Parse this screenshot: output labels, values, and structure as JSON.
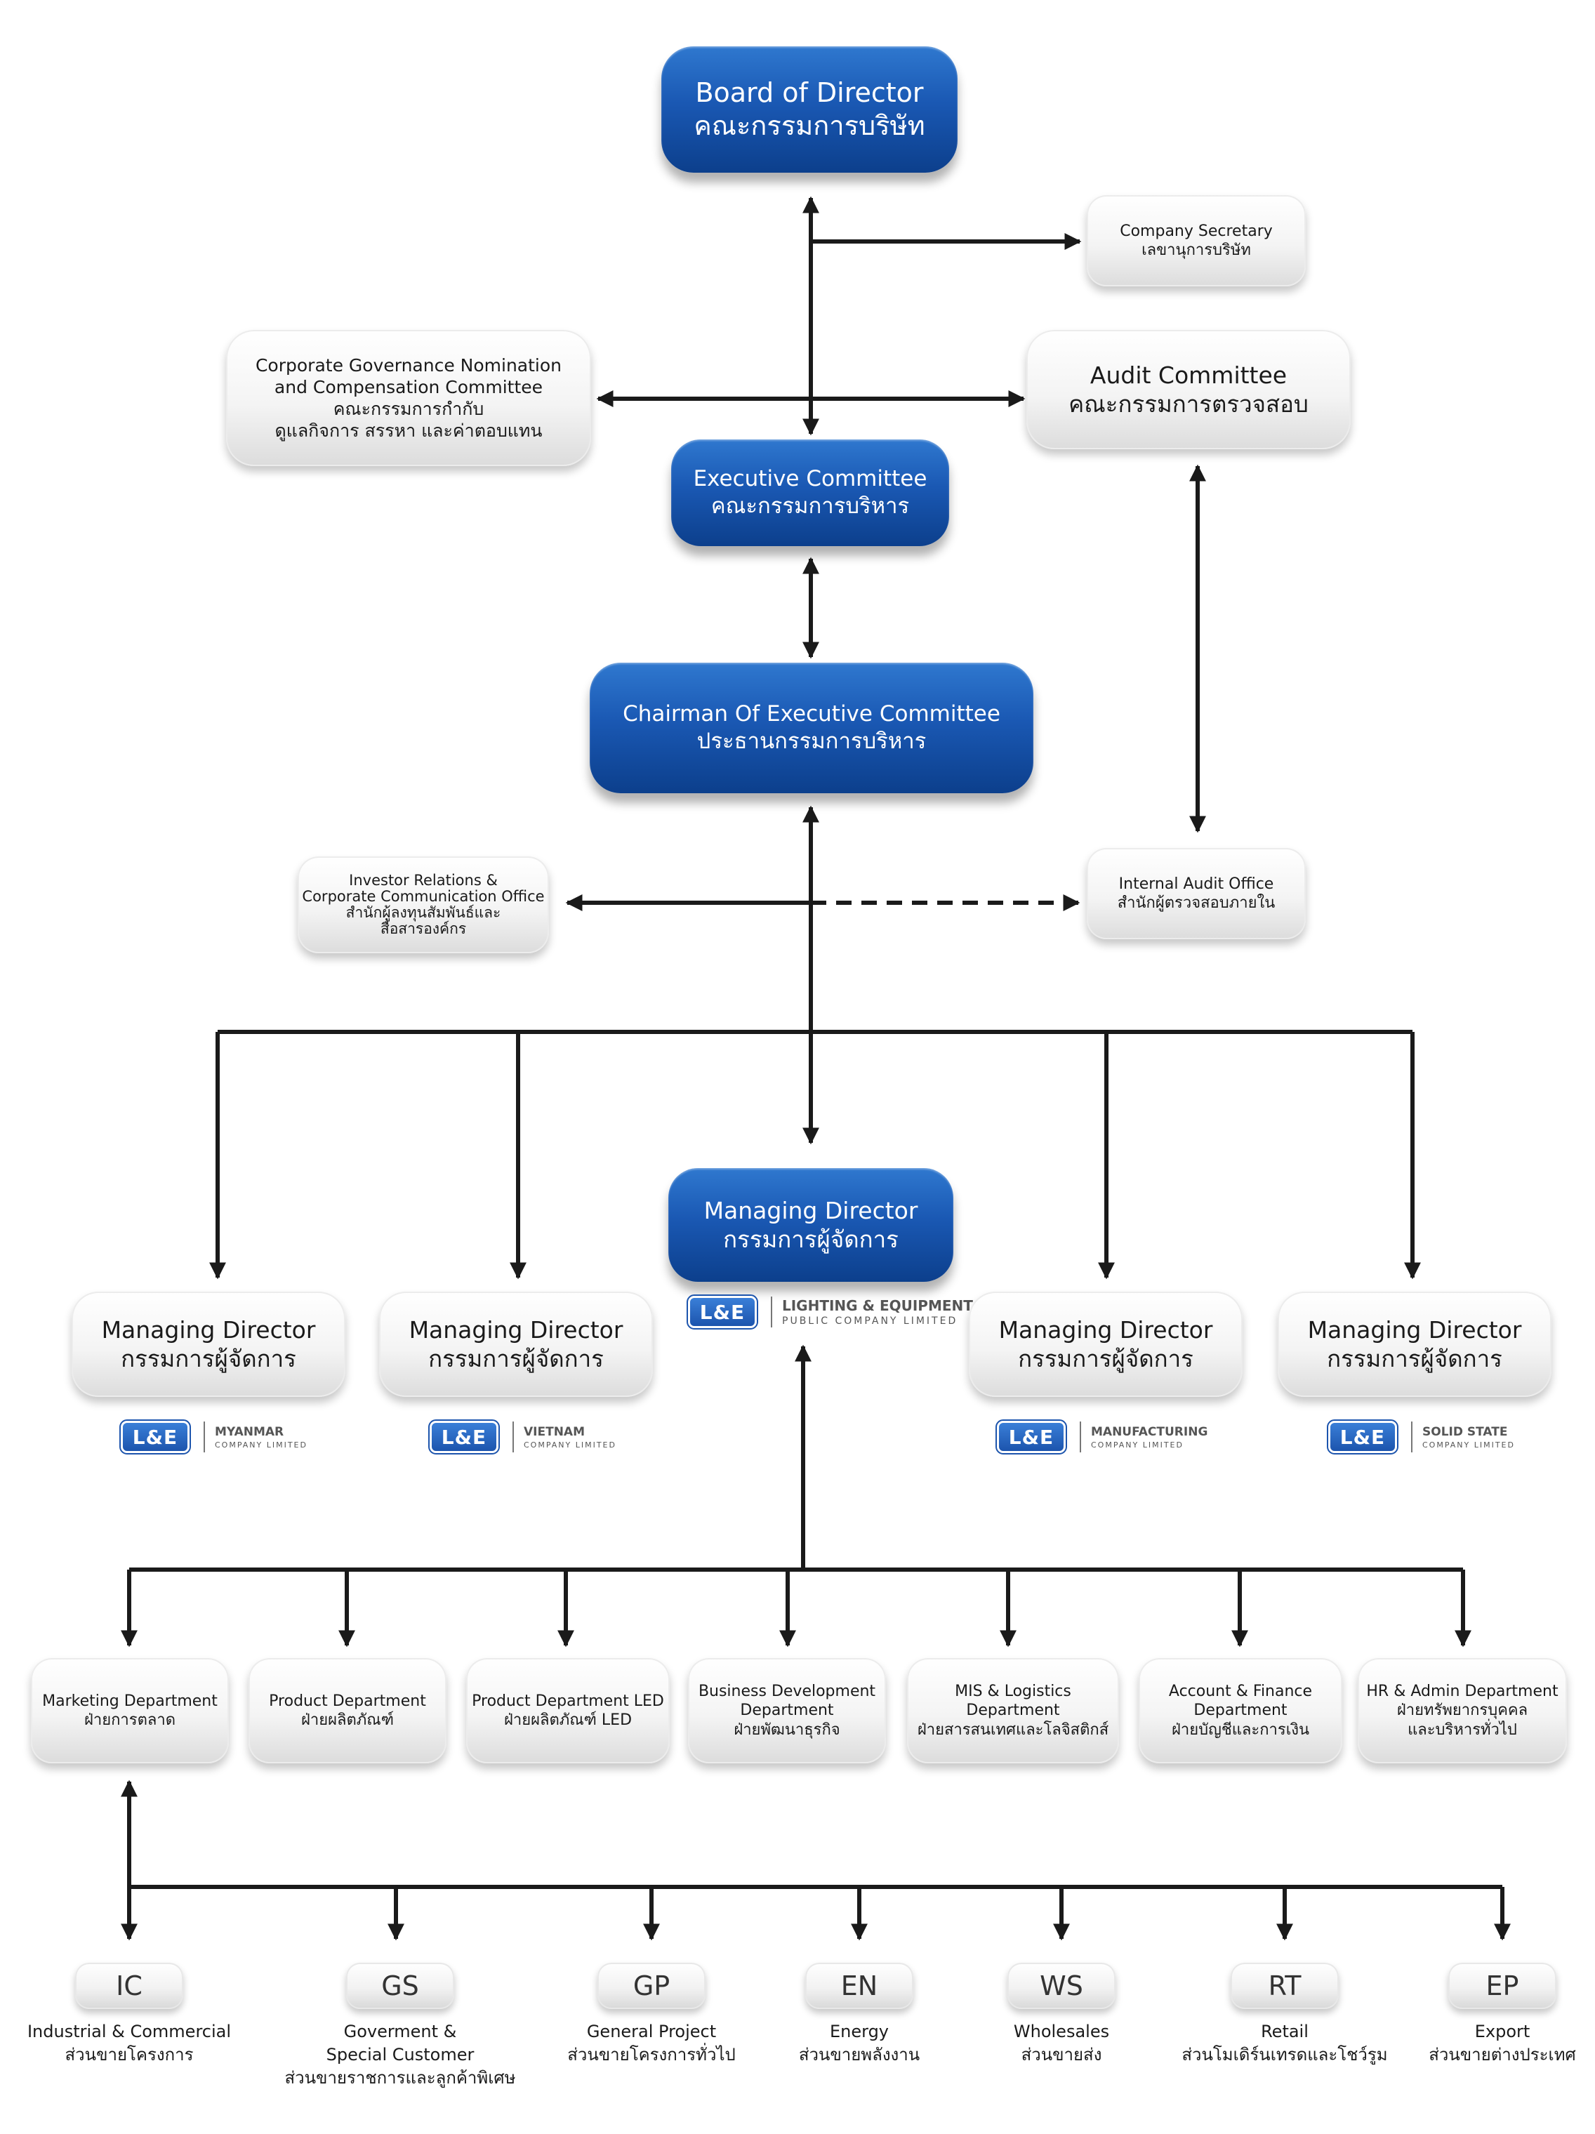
{
  "board": {
    "en": "Board of Director",
    "th": "คณะกรรมการบริษัท"
  },
  "company_secretary": {
    "en": "Company Secretary",
    "th": "เลขานุการบริษัท"
  },
  "cg_committee": {
    "line1": "Corporate Governance Nomination",
    "line2": "and Compensation Committee",
    "line3": "คณะกรรมการกำกับ",
    "line4": "ดูแลกิจการ สรรหา และค่าตอบแทน"
  },
  "audit_committee": {
    "en": "Audit Committee",
    "th": "คณะกรรมการตรวจสอบ"
  },
  "executive_committee": {
    "en": "Executive Committee",
    "th": "คณะกรรมการบริหาร"
  },
  "chairman": {
    "en": "Chairman Of Executive Committee",
    "th": "ประธานกรรมการบริหาร"
  },
  "investor_relations": {
    "line1": "Investor Relations &",
    "line2": "Corporate Communication Office",
    "line3": "สำนักผู้ลงทุนสัมพันธ์และ",
    "line4": "สื่อสารองค์กร"
  },
  "internal_audit": {
    "en": "Internal Audit Office",
    "th": "สำนักผู้ตรวจสอบภายใน"
  },
  "managing_director_main": {
    "en": "Managing Director",
    "th": "กรรมการผู้จัดการ"
  },
  "main_logo": {
    "badge": "L&E",
    "name": "LIGHTING & EQUIPMENT",
    "sub": "PUBLIC COMPANY LIMITED"
  },
  "subsidiaries": [
    {
      "en": "Managing Director",
      "th": "กรรมการผู้จัดการ",
      "badge": "L&E",
      "name": "MYANMAR",
      "sub": "COMPANY LIMITED"
    },
    {
      "en": "Managing Director",
      "th": "กรรมการผู้จัดการ",
      "badge": "L&E",
      "name": "VIETNAM",
      "sub": "COMPANY LIMITED"
    },
    {
      "en": "Managing Director",
      "th": "กรรมการผู้จัดการ",
      "badge": "L&E",
      "name": "MANUFACTURING",
      "sub": "COMPANY LIMITED"
    },
    {
      "en": "Managing Director",
      "th": "กรรมการผู้จัดการ",
      "badge": "L&E",
      "name": "SOLID STATE",
      "sub": "COMPANY LIMITED"
    }
  ],
  "departments": [
    {
      "l1": "Marketing Department",
      "l2": "ฝ่ายการตลาด",
      "l3": ""
    },
    {
      "l1": "Product Department",
      "l2": "ฝ่ายผลิตภัณฑ์",
      "l3": ""
    },
    {
      "l1": "Product Department LED",
      "l2": "ฝ่ายผลิตภัณฑ์ LED",
      "l3": ""
    },
    {
      "l1": "Business Development",
      "l2": "Department",
      "l3": "ฝ่ายพัฒนาธุรกิจ"
    },
    {
      "l1": "MIS & Logistics",
      "l2": "Department",
      "l3": "ฝ่ายสารสนเทศและโลจิสติกส์"
    },
    {
      "l1": "Account & Finance",
      "l2": "Department",
      "l3": "ฝ่ายบัญชีและการเงิน"
    },
    {
      "l1": "HR & Admin Department",
      "l2": "ฝ่ายทรัพยากรบุคคล",
      "l3": "และบริหารทั่วไป"
    }
  ],
  "channels": [
    {
      "code": "IC",
      "l1": "Industrial & Commercial",
      "l2": "ส่วนขายโครงการ",
      "l3": ""
    },
    {
      "code": "GS",
      "l1": "Goverment &",
      "l2": "Special Customer",
      "l3": "ส่วนขายราชการและลูกค้าพิเศษ"
    },
    {
      "code": "GP",
      "l1": "General Project",
      "l2": "ส่วนขายโครงการทั่วไป",
      "l3": ""
    },
    {
      "code": "EN",
      "l1": "Energy",
      "l2": "ส่วนขายพลังงาน",
      "l3": ""
    },
    {
      "code": "WS",
      "l1": "Wholesales",
      "l2": "ส่วนขายส่ง",
      "l3": ""
    },
    {
      "code": "RT",
      "l1": "Retail",
      "l2": "ส่วนโมเดิร์นเทรดและโชว์รูม",
      "l3": ""
    },
    {
      "code": "EP",
      "l1": "Export",
      "l2": "ส่วนขายต่างประเทศ",
      "l3": ""
    }
  ],
  "colors": {
    "blue_top": "#2f78cf",
    "blue_bottom": "#0c3f8c",
    "line": "#1a1a1a",
    "grey_box": "#f2f2f2",
    "logo_blue": "#1c54ad"
  }
}
